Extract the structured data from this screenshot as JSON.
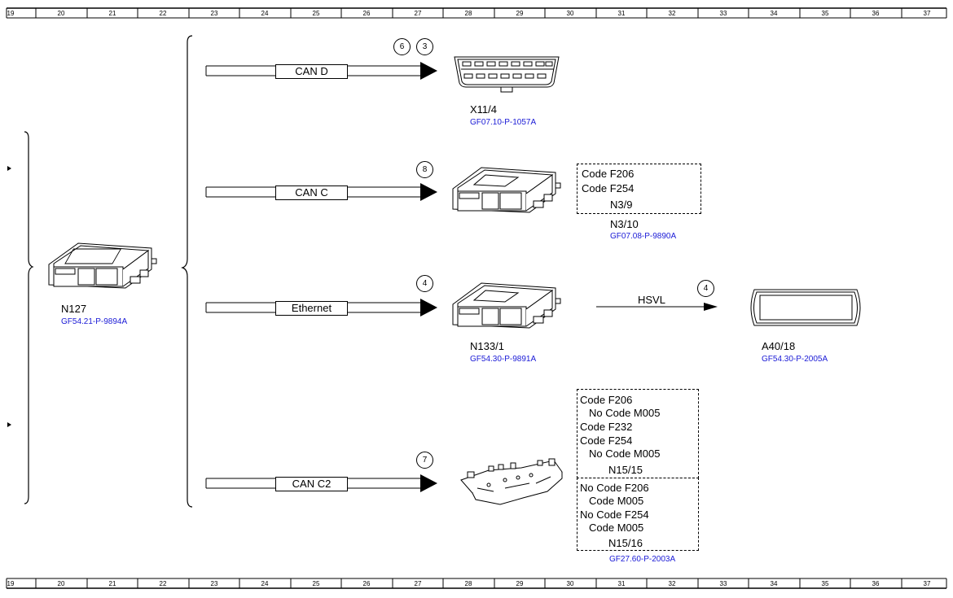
{
  "ruler": {
    "numbers": [
      "19",
      "20",
      "21",
      "22",
      "23",
      "24",
      "25",
      "26",
      "27",
      "28",
      "29",
      "30",
      "31",
      "32",
      "33",
      "34",
      "35",
      "36",
      "37"
    ]
  },
  "left_unit": {
    "name": "N127",
    "ref": "GF54.21-P-9894A"
  },
  "buses": [
    {
      "label": "CAN D",
      "circles": [
        "6",
        "3"
      ]
    },
    {
      "label": "CAN C",
      "circles": [
        "8"
      ]
    },
    {
      "label": "Ethernet",
      "circles": [
        "4"
      ]
    },
    {
      "label": "CAN C2",
      "circles": [
        "7"
      ]
    }
  ],
  "targets": {
    "x11": {
      "name": "X11/4",
      "ref": "GF07.10-P-1057A"
    },
    "n3": {
      "name": "N3/10",
      "ref": "GF07.08-P-9890A",
      "box": [
        "Code F206",
        "Code F254",
        "N3/9"
      ]
    },
    "n133": {
      "name": "N133/1",
      "ref": "GF54.30-P-9891A"
    },
    "a40": {
      "name": "A40/18",
      "ref": "GF54.30-P-2005A"
    },
    "n15": {
      "ref": "GF27.60-P-2003A",
      "box1": [
        "Code F206",
        "No Code M005",
        "Code F232",
        "Code F254",
        "No Code M005",
        "N15/15"
      ],
      "box2": [
        "No Code F206",
        "Code M005",
        "No Code F254",
        "Code M005",
        "N15/16"
      ]
    }
  },
  "hsvl": {
    "label": "HSVL",
    "circle": "4"
  }
}
